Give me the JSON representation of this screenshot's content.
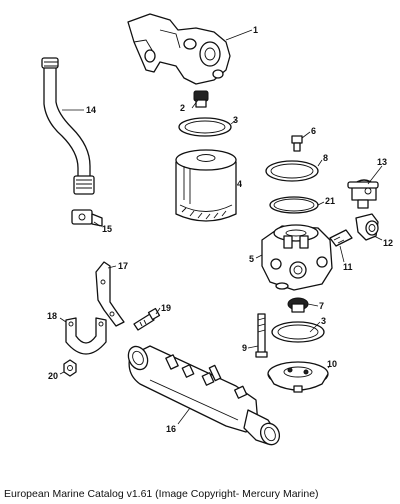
{
  "caption": "European Marine Catalog v1.61 (Image Copyright- Mercury Marine)",
  "callouts": {
    "c1": "1",
    "c2": "2",
    "c3a": "3",
    "c3b": "3",
    "c4": "4",
    "c5": "5",
    "c6": "6",
    "c7": "7",
    "c8": "8",
    "c9": "9",
    "c10": "10",
    "c11": "11",
    "c12": "12",
    "c13": "13",
    "c14": "14",
    "c15": "15",
    "c16": "16",
    "c17": "17",
    "c18": "18",
    "c19": "19",
    "c20": "20",
    "c21": "21"
  }
}
